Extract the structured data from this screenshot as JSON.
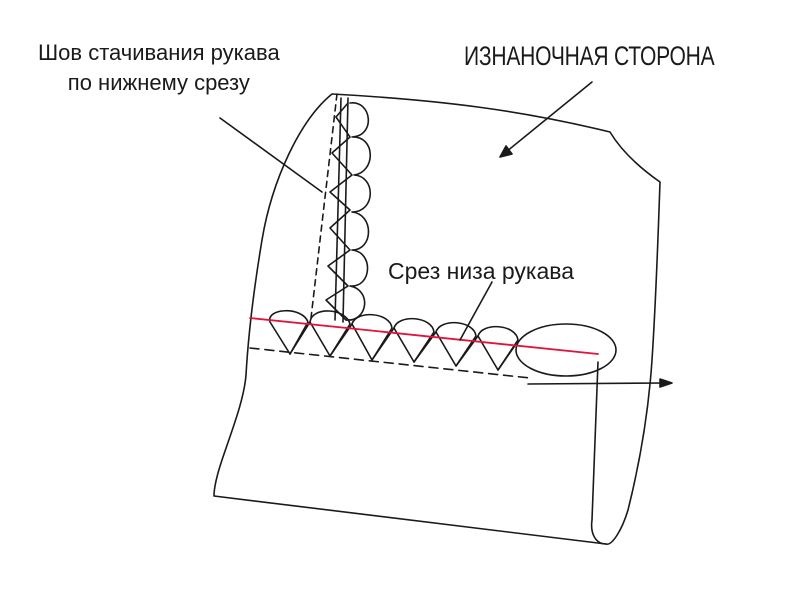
{
  "labels": {
    "seam_line1": "Шов стачивания рукава",
    "seam_line2": "по нижнему срезу",
    "wrong_side": "ИЗНАНОЧНАЯ СТОРОНА",
    "hem_edge": "Срез низа рукава"
  },
  "colors": {
    "outline": "#1a1a1a",
    "hem_line": "#e0143c",
    "background": "#ffffff"
  },
  "icons": [
    "arrow-right-icon",
    "arrow-pointer-icon"
  ]
}
